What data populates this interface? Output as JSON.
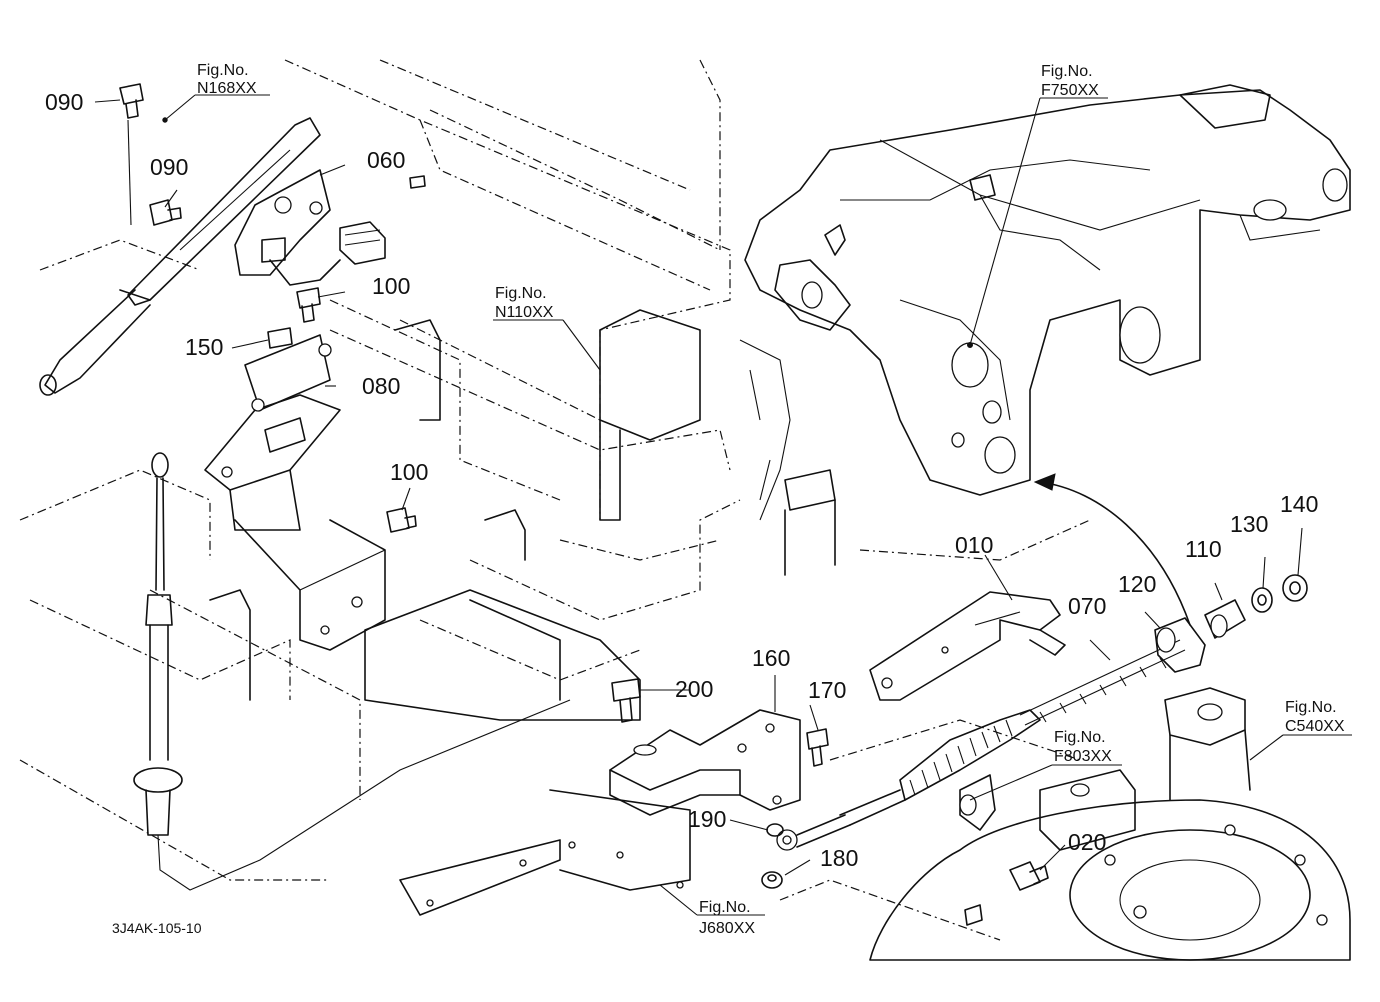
{
  "diagram_id": "3J4AK-105-10",
  "part_numbers": [
    {
      "key": "p090a",
      "text": "090"
    },
    {
      "key": "p090b",
      "text": "090"
    },
    {
      "key": "p060",
      "text": "060"
    },
    {
      "key": "p100a",
      "text": "100"
    },
    {
      "key": "p150",
      "text": "150"
    },
    {
      "key": "p080",
      "text": "080"
    },
    {
      "key": "p100b",
      "text": "100"
    },
    {
      "key": "p010",
      "text": "010"
    },
    {
      "key": "p070",
      "text": "070"
    },
    {
      "key": "p120",
      "text": "120"
    },
    {
      "key": "p110",
      "text": "110"
    },
    {
      "key": "p130",
      "text": "130"
    },
    {
      "key": "p140",
      "text": "140"
    },
    {
      "key": "p160",
      "text": "160"
    },
    {
      "key": "p200",
      "text": "200"
    },
    {
      "key": "p170",
      "text": "170"
    },
    {
      "key": "p190",
      "text": "190"
    },
    {
      "key": "p180",
      "text": "180"
    },
    {
      "key": "p020",
      "text": "020"
    }
  ],
  "figure_refs": [
    {
      "key": "n168",
      "label": "Fig.No.",
      "code": "N168XX"
    },
    {
      "key": "f750",
      "label": "Fig.No.",
      "code": "F750XX"
    },
    {
      "key": "n110",
      "label": "Fig.No.",
      "code": "N110XX"
    },
    {
      "key": "c540",
      "label": "Fig.No.",
      "code": "C540XX"
    },
    {
      "key": "f803",
      "label": "Fig.No.",
      "code": "F803XX"
    },
    {
      "key": "j680",
      "label": "Fig.No.",
      "code": "J680XX"
    }
  ]
}
